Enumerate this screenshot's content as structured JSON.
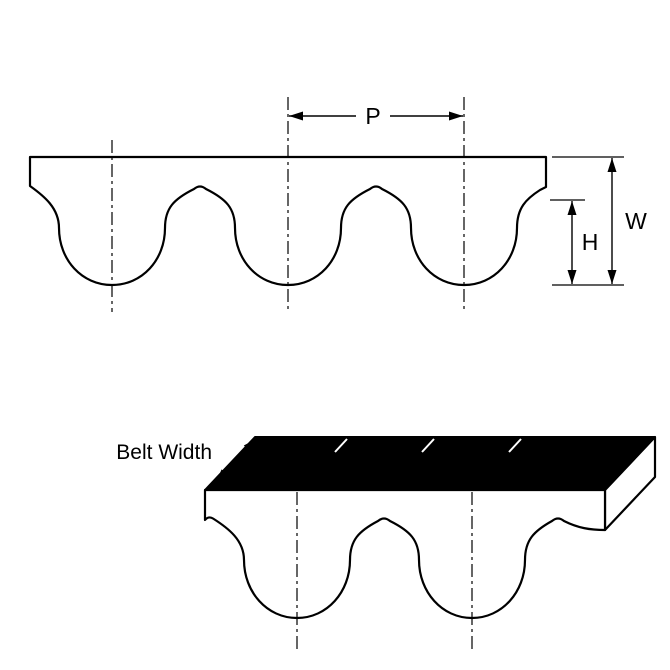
{
  "diagram": {
    "dimension_labels": {
      "pitch": "P",
      "belt_thickness": "W",
      "tooth_height": "H"
    },
    "annotations": {
      "belt_width": "Belt Width"
    },
    "colors": {
      "line": "#000000",
      "belt_fill": "#ffffff",
      "belt_top_face": "#000000",
      "background": "#ffffff"
    }
  }
}
